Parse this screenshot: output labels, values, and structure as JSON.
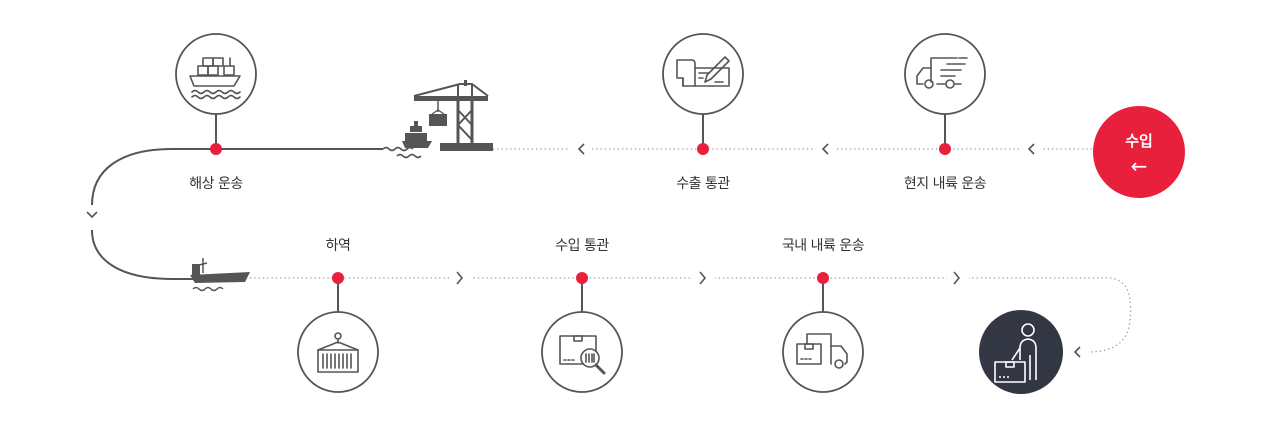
{
  "diagram": {
    "title": "수입 프로세스",
    "start_button": {
      "label": "수입",
      "icon": "arrow-left-icon"
    },
    "colors": {
      "accent": "#e8203c",
      "line": "#555555",
      "dotted": "#999999",
      "icon_stroke": "#555555",
      "end_circle": "#333744",
      "text": "#333333"
    },
    "top_row": [
      {
        "id": "local-transport",
        "label": "현지 내륙 운송",
        "icon": "delivery-truck-icon"
      },
      {
        "id": "export-clearance",
        "label": "수출 통관",
        "icon": "document-sign-icon"
      },
      {
        "id": "ocean-transport",
        "label": "해상 운송",
        "icon": "container-ship-icon"
      }
    ],
    "bottom_row": [
      {
        "id": "unloading",
        "label": "하역",
        "icon": "hanging-container-icon"
      },
      {
        "id": "import-clearance",
        "label": "수입 통관",
        "icon": "box-inspect-icon"
      },
      {
        "id": "domestic-transport",
        "label": "국내 내륙 운송",
        "icon": "box-truck-icon"
      }
    ],
    "end": {
      "id": "receiver",
      "icon": "person-with-box-icon"
    },
    "decorations": [
      "port-crane-icon",
      "cargo-ship-icon"
    ]
  }
}
